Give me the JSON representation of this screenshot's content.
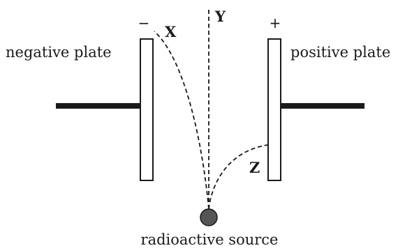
{
  "labels": {
    "negative_plate": "negative plate",
    "positive_plate": "positive plate",
    "source": "radioactive source"
  },
  "signs": {
    "negative": "−",
    "positive": "+"
  },
  "paths": {
    "x": "X",
    "y": "Y",
    "z": "Z"
  },
  "colors": {
    "ink": "#1a1a1a",
    "source_fill": "#555555",
    "background": "#ffffff"
  }
}
